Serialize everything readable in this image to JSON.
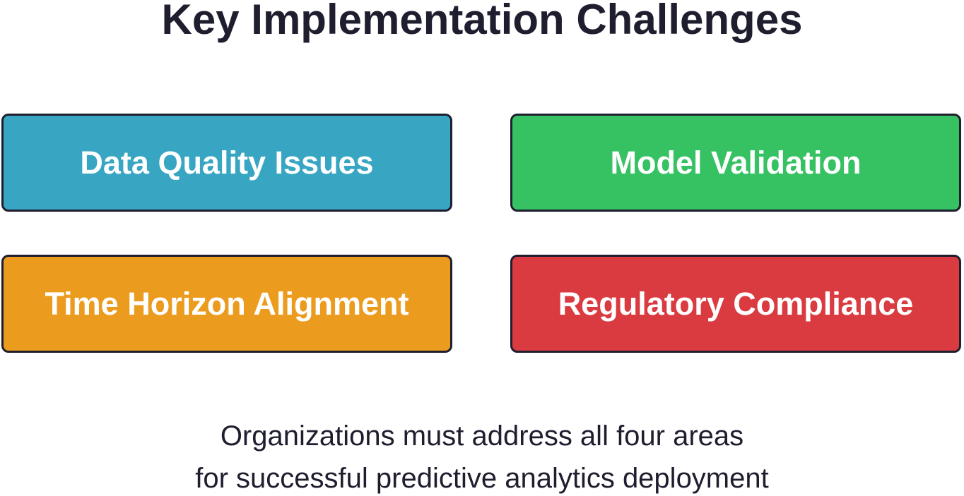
{
  "title": "Key Implementation Challenges",
  "boxes": [
    {
      "label": "Data Quality Issues",
      "color": "#38a6c2"
    },
    {
      "label": "Model Validation",
      "color": "#36c163"
    },
    {
      "label": "Time Horizon Alignment",
      "color": "#eb9c1f"
    },
    {
      "label": "Regulatory Compliance",
      "color": "#d93b40"
    }
  ],
  "footer": {
    "line1": "Organizations must address all four areas",
    "line2": "for successful predictive analytics deployment"
  }
}
